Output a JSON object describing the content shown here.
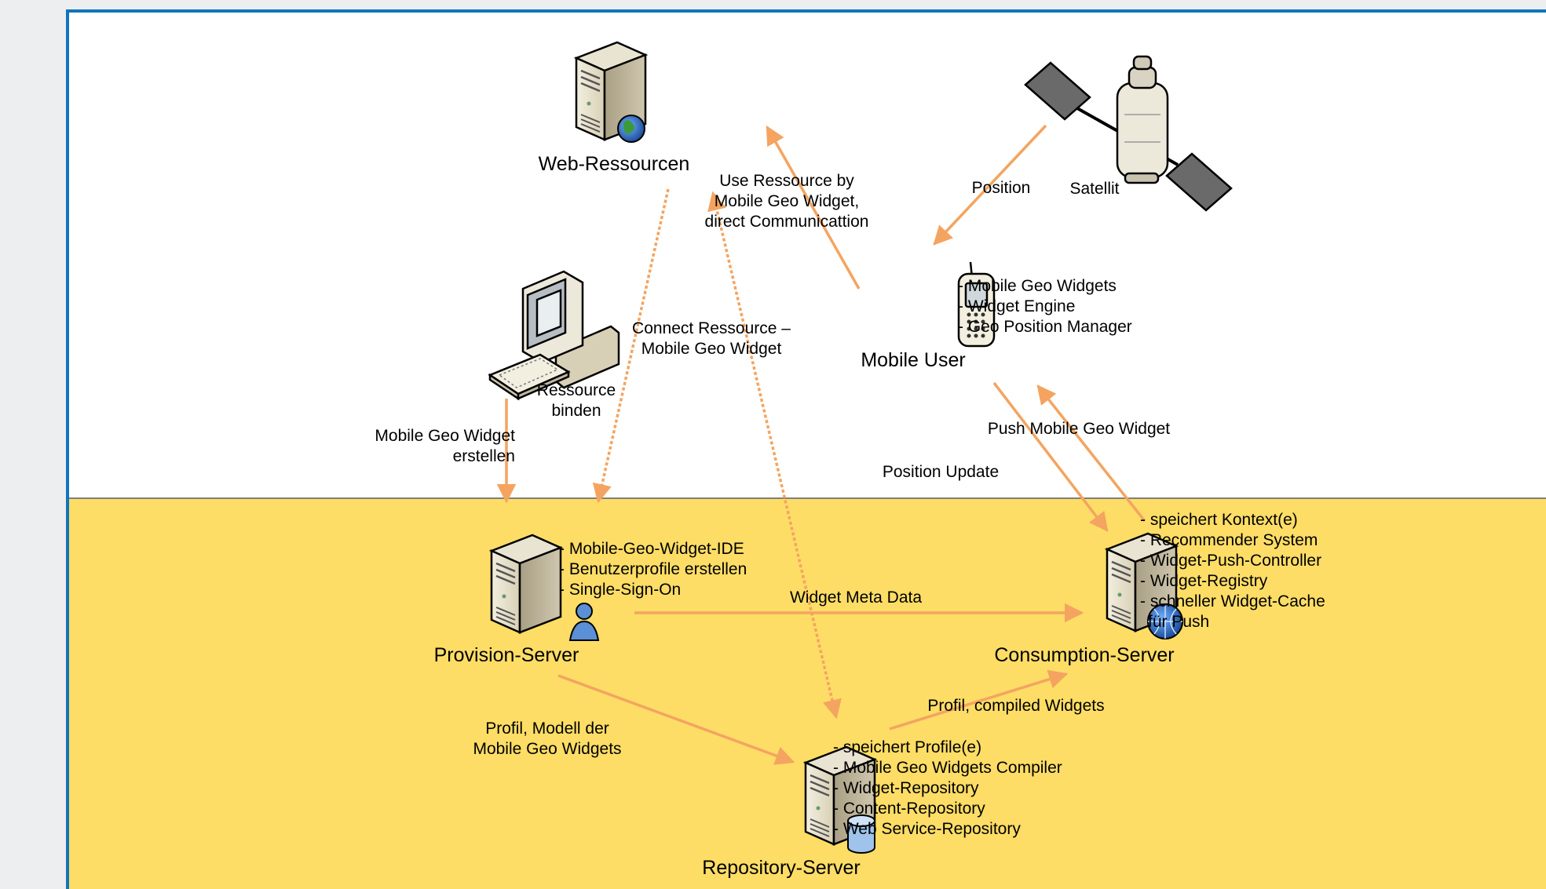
{
  "zones": {
    "top_color": "#ffffff",
    "bottom_color": "#fddd66",
    "border_color": "#0f75bc"
  },
  "arrow_color": "#f4a460",
  "nodes": {
    "web_ressourcen": {
      "label": "Web-Ressourcen",
      "icon": "web-server-globe-icon"
    },
    "satellit": {
      "label": "Satellit",
      "icon": "satellite-icon"
    },
    "mobile_user": {
      "label": "Mobile User",
      "icon": "mobile-phone-icon",
      "items": [
        "- Mobile Geo Widgets",
        "- Widget Engine",
        "- Geo Position Manager"
      ]
    },
    "workstation": {
      "icon": "workstation-computer-icon"
    },
    "provision_server": {
      "label": "Provision-Server",
      "icon": "server-user-icon",
      "items": [
        "- Mobile-Geo-Widget-IDE",
        "- Benutzerprofile erstellen",
        "- Single-Sign-On"
      ]
    },
    "consumption_server": {
      "label": "Consumption-Server",
      "icon": "server-globe-icon",
      "items": [
        "- speichert Kontext(e)",
        "- Recommender System",
        "- Widget-Push-Controller",
        "- Widget-Registry",
        "- schneller Widget-Cache",
        "für Push"
      ]
    },
    "repository_server": {
      "label": "Repository-Server",
      "icon": "server-database-icon",
      "items": [
        "- speichert Profile(e)",
        "- Mobile Geo Widgets Compiler",
        "- Widget-Repository",
        "- Content-Repository",
        "- Web Service-Repository"
      ]
    }
  },
  "edges": {
    "use_ressource": [
      "Use Ressource by",
      "Mobile Geo Widget,",
      "direct Communicattion"
    ],
    "position": "Position",
    "connect_ressource": [
      "Connect Ressource –",
      "Mobile Geo Widget"
    ],
    "ressource_binden": [
      "Ressource",
      "binden"
    ],
    "widget_erstellen": [
      "Mobile Geo Widget",
      "erstellen"
    ],
    "push_widget": "Push Mobile Geo Widget",
    "position_update": "Position Update",
    "widget_meta_data": "Widget Meta Data",
    "profil_compiled": "Profil, compiled Widgets",
    "profil_modell": [
      "Profil, Modell der",
      "Mobile Geo Widgets"
    ]
  }
}
